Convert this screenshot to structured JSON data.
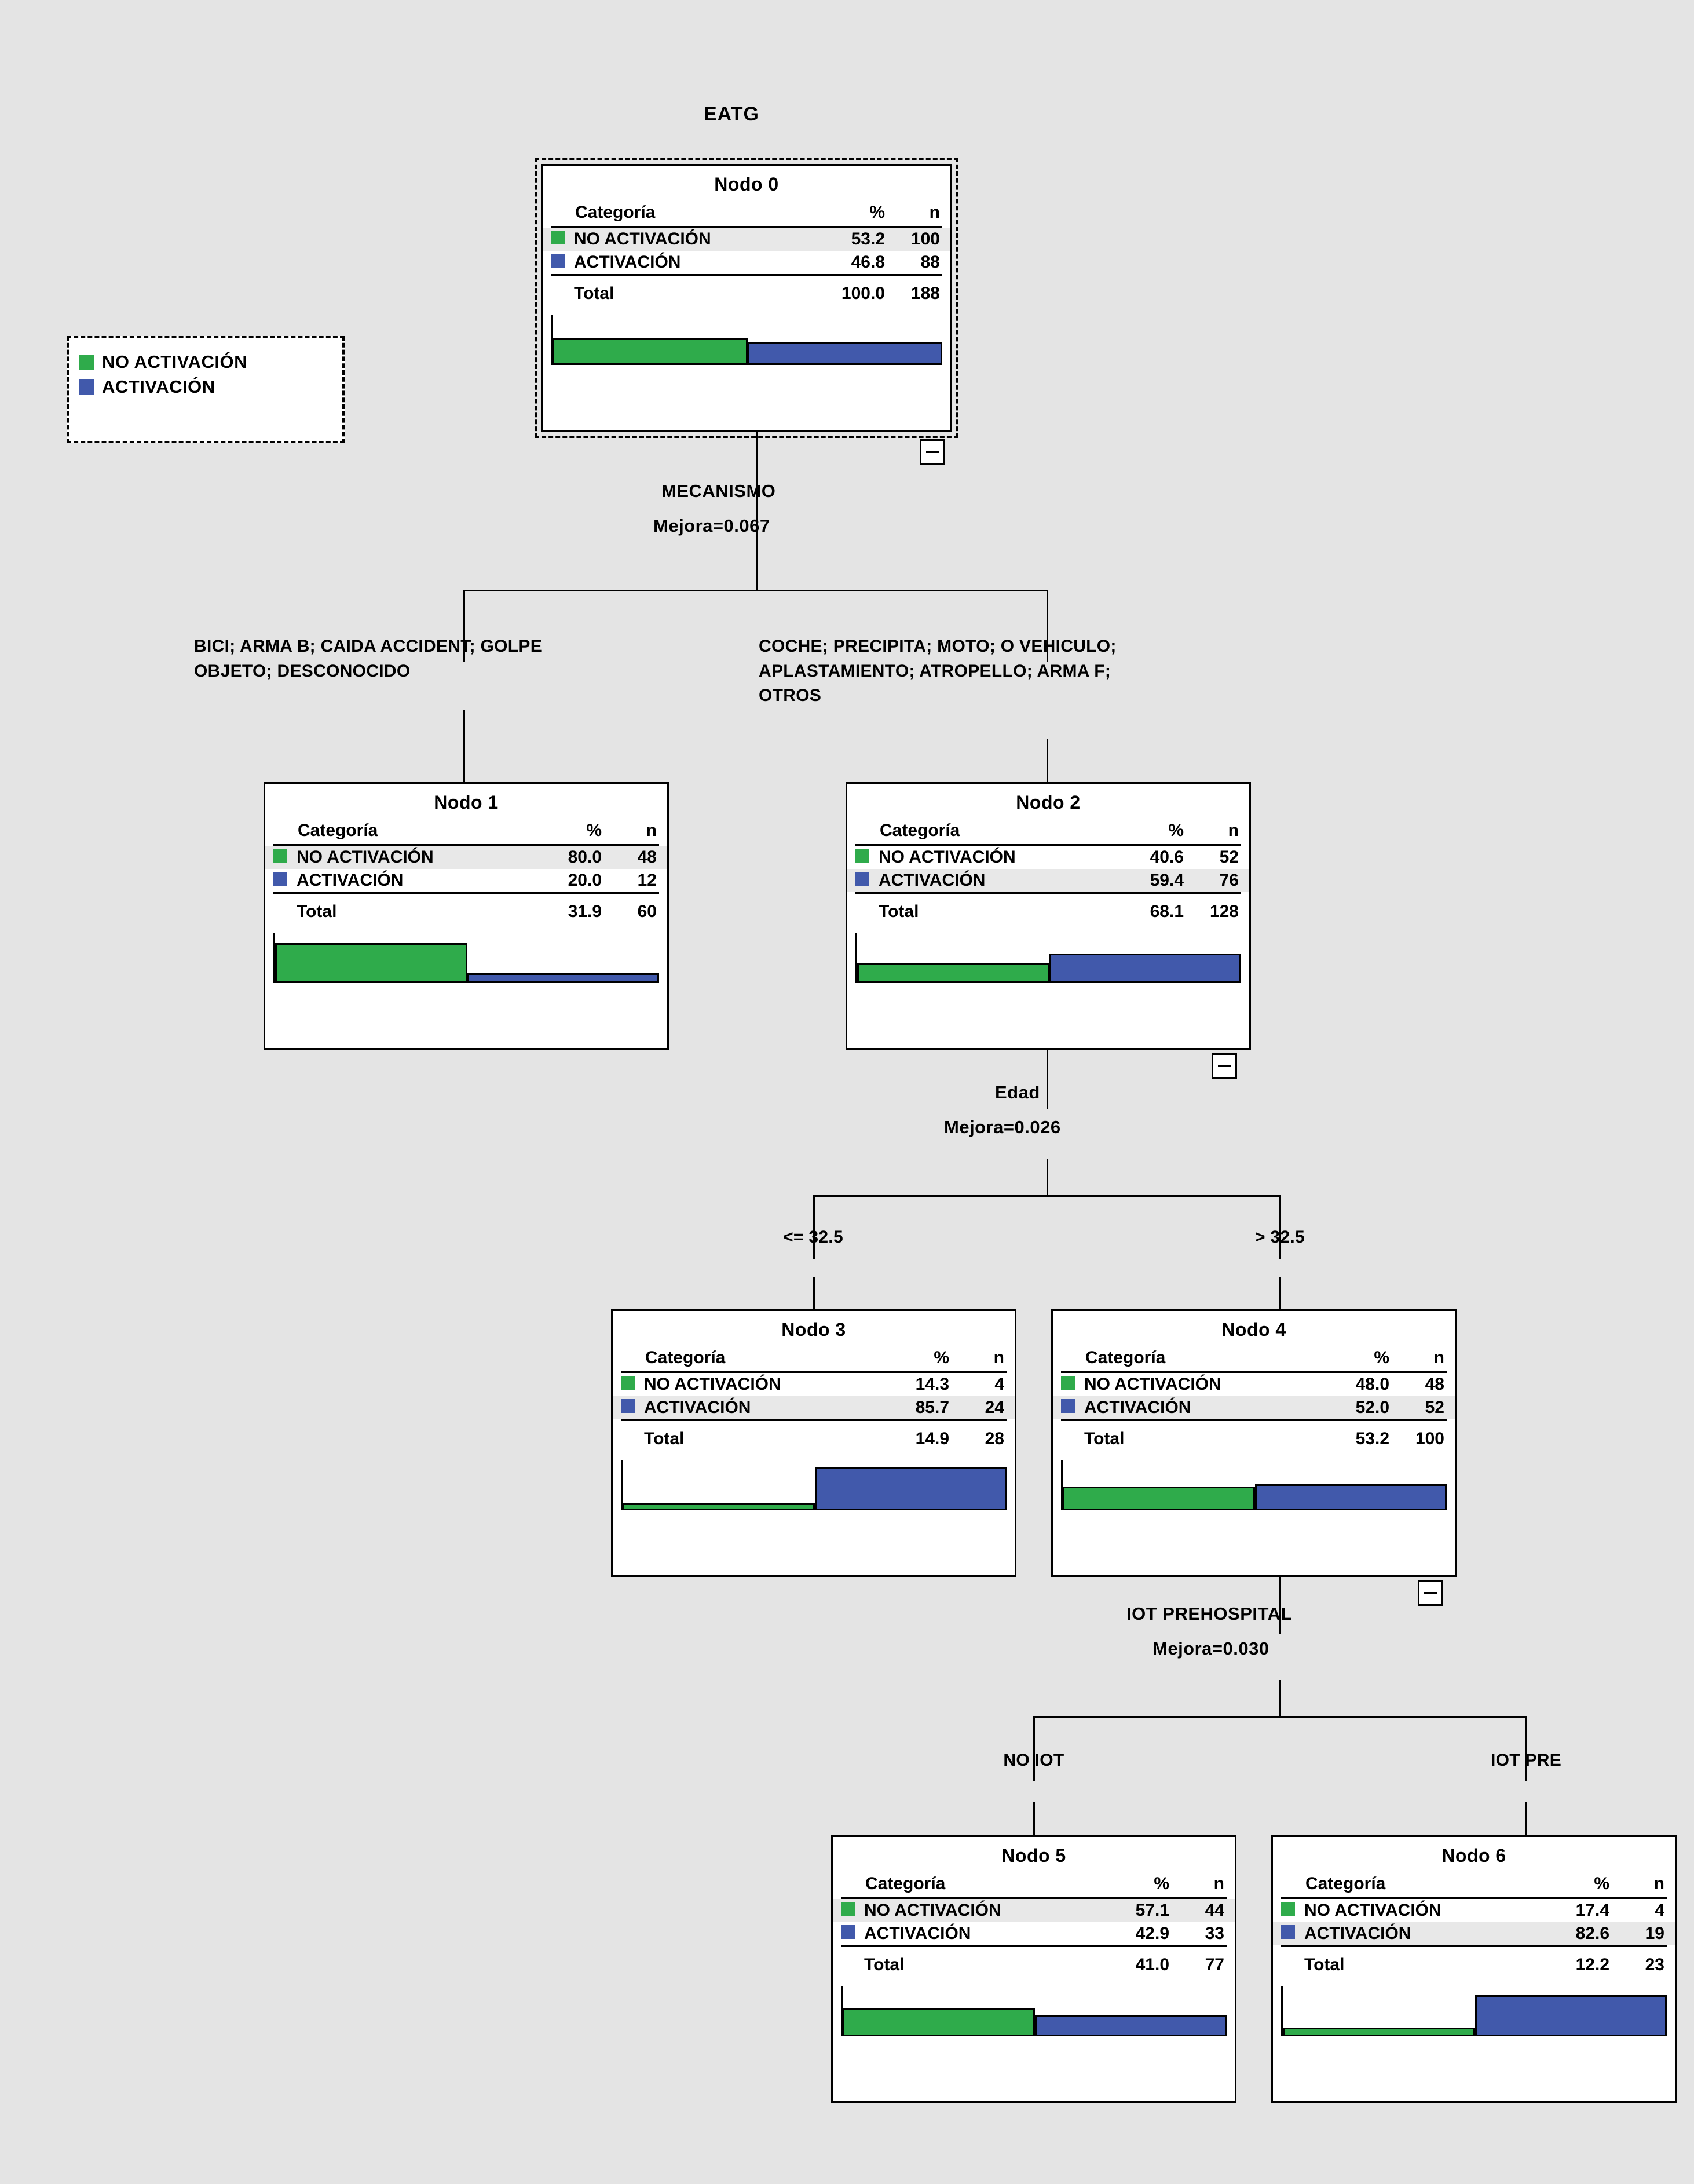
{
  "title": "EATG",
  "colors": {
    "no_activacion": "#2fab4b",
    "activacion": "#4159ab",
    "background": "#e4e4e4"
  },
  "legend": {
    "items": [
      {
        "label": "NO ACTIVACIÓN",
        "color": "#2fab4b",
        "swatch": "green-swatch"
      },
      {
        "label": "ACTIVACIÓN",
        "color": "#4159ab",
        "swatch": "blue-swatch"
      }
    ]
  },
  "table_headers": {
    "category": "Categoría",
    "percent": "%",
    "n": "n",
    "total": "Total"
  },
  "chart_data": {
    "type": "tree",
    "title": "EATG",
    "target_categories": [
      "NO ACTIVACIÓN",
      "ACTIVACIÓN"
    ],
    "root_total_n": 188,
    "nodes": [
      {
        "id": 0,
        "title": "Nodo 0",
        "selected": true,
        "collapse_control": "minus",
        "rows": [
          {
            "category": "NO ACTIVACIÓN",
            "pct": "53.2",
            "n": "100",
            "highlight": true,
            "color": "#2fab4b"
          },
          {
            "category": "ACTIVACIÓN",
            "pct": "46.8",
            "n": "88",
            "highlight": false,
            "color": "#4159ab"
          }
        ],
        "total": {
          "pct": "100.0",
          "n": "188"
        },
        "bars": [
          53.2,
          46.8
        ]
      },
      {
        "id": 1,
        "title": "Nodo 1",
        "selected": false,
        "collapse_control": null,
        "rows": [
          {
            "category": "NO ACTIVACIÓN",
            "pct": "80.0",
            "n": "48",
            "highlight": true,
            "color": "#2fab4b"
          },
          {
            "category": "ACTIVACIÓN",
            "pct": "20.0",
            "n": "12",
            "highlight": false,
            "color": "#4159ab"
          }
        ],
        "total": {
          "pct": "31.9",
          "n": "60"
        },
        "bars": [
          80.0,
          20.0
        ]
      },
      {
        "id": 2,
        "title": "Nodo 2",
        "selected": false,
        "collapse_control": "minus",
        "rows": [
          {
            "category": "NO ACTIVACIÓN",
            "pct": "40.6",
            "n": "52",
            "highlight": false,
            "color": "#2fab4b"
          },
          {
            "category": "ACTIVACIÓN",
            "pct": "59.4",
            "n": "76",
            "highlight": true,
            "color": "#4159ab"
          }
        ],
        "total": {
          "pct": "68.1",
          "n": "128"
        },
        "bars": [
          40.6,
          59.4
        ]
      },
      {
        "id": 3,
        "title": "Nodo 3",
        "selected": false,
        "collapse_control": null,
        "rows": [
          {
            "category": "NO ACTIVACIÓN",
            "pct": "14.3",
            "n": "4",
            "highlight": false,
            "color": "#2fab4b"
          },
          {
            "category": "ACTIVACIÓN",
            "pct": "85.7",
            "n": "24",
            "highlight": true,
            "color": "#4159ab"
          }
        ],
        "total": {
          "pct": "14.9",
          "n": "28"
        },
        "bars": [
          14.3,
          85.7
        ]
      },
      {
        "id": 4,
        "title": "Nodo 4",
        "selected": false,
        "collapse_control": "minus",
        "rows": [
          {
            "category": "NO ACTIVACIÓN",
            "pct": "48.0",
            "n": "48",
            "highlight": false,
            "color": "#2fab4b"
          },
          {
            "category": "ACTIVACIÓN",
            "pct": "52.0",
            "n": "52",
            "highlight": true,
            "color": "#4159ab"
          }
        ],
        "total": {
          "pct": "53.2",
          "n": "100"
        },
        "bars": [
          48.0,
          52.0
        ]
      },
      {
        "id": 5,
        "title": "Nodo 5",
        "selected": false,
        "collapse_control": null,
        "rows": [
          {
            "category": "NO ACTIVACIÓN",
            "pct": "57.1",
            "n": "44",
            "highlight": true,
            "color": "#2fab4b"
          },
          {
            "category": "ACTIVACIÓN",
            "pct": "42.9",
            "n": "33",
            "highlight": false,
            "color": "#4159ab"
          }
        ],
        "total": {
          "pct": "41.0",
          "n": "77"
        },
        "bars": [
          57.1,
          42.9
        ]
      },
      {
        "id": 6,
        "title": "Nodo 6",
        "selected": false,
        "collapse_control": null,
        "rows": [
          {
            "category": "NO ACTIVACIÓN",
            "pct": "17.4",
            "n": "4",
            "highlight": false,
            "color": "#2fab4b"
          },
          {
            "category": "ACTIVACIÓN",
            "pct": "82.6",
            "n": "19",
            "highlight": true,
            "color": "#4159ab"
          }
        ],
        "total": {
          "pct": "12.2",
          "n": "23"
        },
        "bars": [
          17.4,
          82.6
        ]
      }
    ],
    "splits": [
      {
        "parent": 0,
        "variable": "MECANISMO",
        "improvement": "Mejora=0.067",
        "branches": [
          {
            "child": 1,
            "label_line1": "BICI; ARMA B; CAIDA ACCIDENT; GOLPE",
            "label_line2": "OBJETO; DESCONOCIDO",
            "label_line3": ""
          },
          {
            "child": 2,
            "label_line1": "COCHE; PRECIPITA; MOTO; O VEHICULO;",
            "label_line2": "APLASTAMIENTO; ATROPELLO; ARMA F;",
            "label_line3": "OTROS"
          }
        ]
      },
      {
        "parent": 2,
        "variable": "Edad",
        "improvement": "Mejora=0.026",
        "branches": [
          {
            "child": 3,
            "label_line1": "<= 32.5",
            "label_line2": "",
            "label_line3": ""
          },
          {
            "child": 4,
            "label_line1": "> 32.5",
            "label_line2": "",
            "label_line3": ""
          }
        ]
      },
      {
        "parent": 4,
        "variable": "IOT PREHOSPITAL",
        "improvement": "Mejora=0.030",
        "branches": [
          {
            "child": 5,
            "label_line1": "NO IOT",
            "label_line2": "",
            "label_line3": ""
          },
          {
            "child": 6,
            "label_line1": "IOT PRE",
            "label_line2": "",
            "label_line3": ""
          }
        ]
      }
    ]
  }
}
